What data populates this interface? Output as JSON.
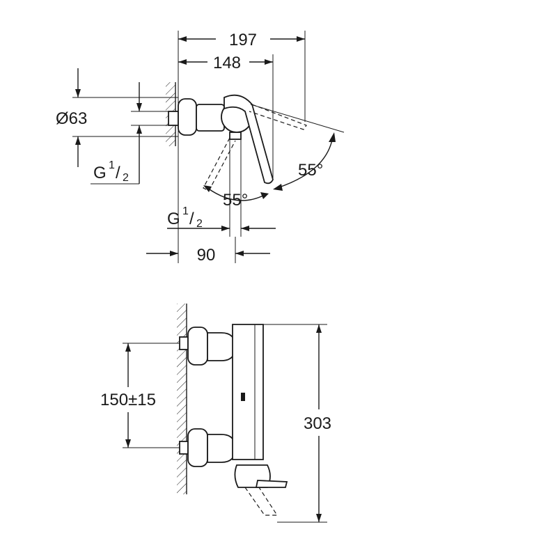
{
  "top_view": {
    "dim_overall_length": "197",
    "dim_lever_length": "148",
    "dim_diameter": "Ø63",
    "dim_connection_left": {
      "base": "G",
      "num": "1",
      "den": "2"
    },
    "dim_connection_bottom": {
      "base": "G",
      "num": "1",
      "den": "2"
    },
    "dim_angle_right": "55°",
    "dim_angle_bottom": "55°",
    "dim_depth": "90"
  },
  "side_view": {
    "dim_inlet_spacing": "150±15",
    "dim_height": "303"
  }
}
